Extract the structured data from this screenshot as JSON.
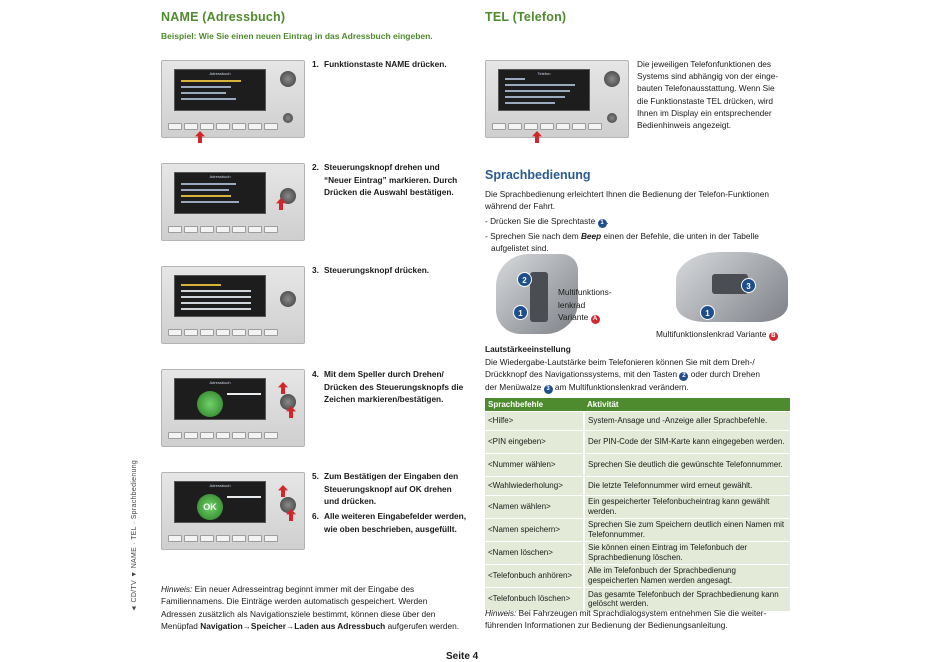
{
  "left": {
    "heading": "NAME (Adressbuch)",
    "subheading": "Beispiel: Wie Sie einen neuen Eintrag in das Adressbuch eingeben.",
    "screens": [
      {
        "title": "Adressbuch"
      },
      {
        "title": "Adressbuch"
      },
      {
        "title": ""
      },
      {
        "title": "Adressbuch",
        "center": ""
      },
      {
        "title": "Adressbuch",
        "center": "OK"
      }
    ],
    "steps": [
      {
        "num": "1.",
        "lines": [
          "Funktionstaste NAME drücken."
        ]
      },
      {
        "num": "2.",
        "lines": [
          "Steuerungsknopf drehen und",
          "“Neuer Eintrag” markieren. Durch",
          "Drücken die Auswahl bestätigen."
        ]
      },
      {
        "num": "3.",
        "lines": [
          "Steuerungsknopf drücken."
        ]
      },
      {
        "num": "4.",
        "lines": [
          "Mit dem Speller durch Drehen/",
          "Drücken des Steuerungsknopfs die",
          "Zeichen markieren/bestätigen."
        ]
      },
      {
        "num": "5.",
        "lines": [
          "Zum Bestätigen der Eingaben den",
          "Steuerungsknopf auf OK drehen",
          "und drücken."
        ]
      },
      {
        "num": "6.",
        "lines": [
          "Alle weiteren Eingabefelder werden,",
          "wie oben beschrieben, ausgefüllt."
        ]
      }
    ],
    "note": {
      "label": "Hinweis:",
      "line1_rest": " Ein neuer Adresseintrag beginnt immer mit der Eingabe des",
      "line2": "Familiennamens. Die Einträge werden automatisch gespeichert. Werden",
      "line3": "Adressen zusätzlich als Navigationsziele bestimmt, können diese über den",
      "line4_pre": "Menüpfad ",
      "line4_bold": "Navigation→Speicher→Laden aus Adressbuch",
      "line4_post": " aufgerufen werden."
    },
    "side_text": "◄ CD/TV   ▼ NAME · TEL · Sprachbedienung"
  },
  "right": {
    "heading": "TEL (Telefon)",
    "screen_title": "Telefon",
    "tel_text": [
      "Die jeweiligen Telefonfunktionen des",
      "Systems sind abhängig von der einge-",
      "bauten Telefonausstattung. Wenn Sie",
      "die Funktionstaste TEL drücken, wird",
      "Ihnen im Display ein entsprechender",
      "Bedienhinweis angezeigt."
    ],
    "speech_heading": "Sprachbedienung",
    "speech_intro": [
      "Die Sprachbedienung erleichtert Ihnen die Bedienung der Telefon-Funktionen",
      "während der Fahrt."
    ],
    "bullet1_pre": "- Drücken Sie die Sprechtaste ",
    "bullet1_badge": "1",
    "bullet1_post": ".",
    "bullet2_pre": "- Sprechen Sie nach dem ",
    "bullet2_bold": "Beep",
    "bullet2_post": " einen der Befehle, die unten in der Tabelle",
    "bullet2_line2": "aufgelistet sind.",
    "wheel_a": {
      "label_lines": [
        "Multifunktions-",
        "lenkrad",
        "Variante "
      ],
      "variant": "A",
      "badges": [
        "2",
        "1"
      ]
    },
    "wheel_b": {
      "label": "Multifunktionslenkrad Variante ",
      "variant": "B",
      "badges": [
        "3",
        "1"
      ]
    },
    "volume_heading": "Lautstärkeeinstellung",
    "volume_l1": "Die Wiedergabe-Lautstärke beim Telefonieren können Sie mit dem Dreh-/",
    "volume_l2_pre": "Drückknopf des Navigationssystems, mit den Tasten ",
    "volume_l2_badge": "2",
    "volume_l2_post": " oder durch Drehen",
    "volume_l3_pre": "der Menüwalze ",
    "volume_l3_badge": "3",
    "volume_l3_post": " am Multifunktionslenkrad verändern.",
    "table": {
      "headers": [
        "Sprachbefehle",
        "Aktivität"
      ],
      "rows": [
        [
          "<Hilfe>",
          "System-Ansage und -Anzeige aller Sprachbefehle."
        ],
        [
          "<PIN eingeben>",
          "Der PIN-Code der SIM-Karte kann eingegeben werden."
        ],
        [
          "<Nummer wählen>",
          "Sprechen Sie deutlich die gewünschte Telefonnummer."
        ],
        [
          "<Wahlwiederholung>",
          "Die letzte Telefonnummer wird erneut gewählt."
        ],
        [
          "<Namen wählen>",
          "Ein gespeicherter Telefonbucheintrag kann gewählt werden."
        ],
        [
          "<Namen speichern>",
          "Sprechen Sie zum Speichern deutlich einen Namen mit Telefonnummer."
        ],
        [
          "<Namen löschen>",
          "Sie können einen Eintrag im Telefonbuch der Sprachbedienung löschen."
        ],
        [
          "<Telefonbuch anhören>",
          "Alle im Telefonbuch der Sprachbedienung gespeicherten Namen werden angesagt."
        ],
        [
          "<Telefonbuch löschen>",
          "Das gesamte Telefonbuch der Sprachbedienung kann gelöscht werden."
        ]
      ]
    },
    "note_label": "Hinweis:",
    "note_l1_rest": " Bei Fahrzeugen mit Sprachdialogsystem entnehmen Sie die weiter-",
    "note_l2": "führenden Informationen zur Bedienung der Bedienungsanleitung."
  },
  "footer": "Seite 4",
  "colors": {
    "accent_green": "#4e8a2e",
    "heading_blue": "#2a5a92",
    "badge_blue": "#1f4e8c",
    "badge_red": "#d1292f",
    "table_row": "#e3ead7"
  }
}
